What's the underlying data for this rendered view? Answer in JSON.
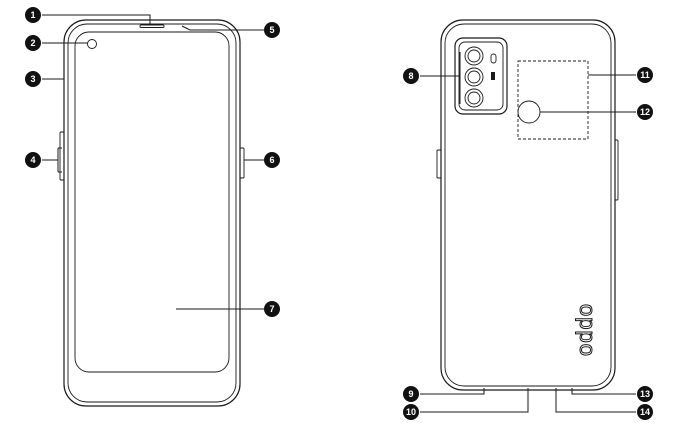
{
  "callouts": [
    "1",
    "2",
    "3",
    "4",
    "5",
    "6",
    "7",
    "8",
    "9",
    "10",
    "11",
    "12",
    "13",
    "14"
  ],
  "brand_logo": "oppo"
}
